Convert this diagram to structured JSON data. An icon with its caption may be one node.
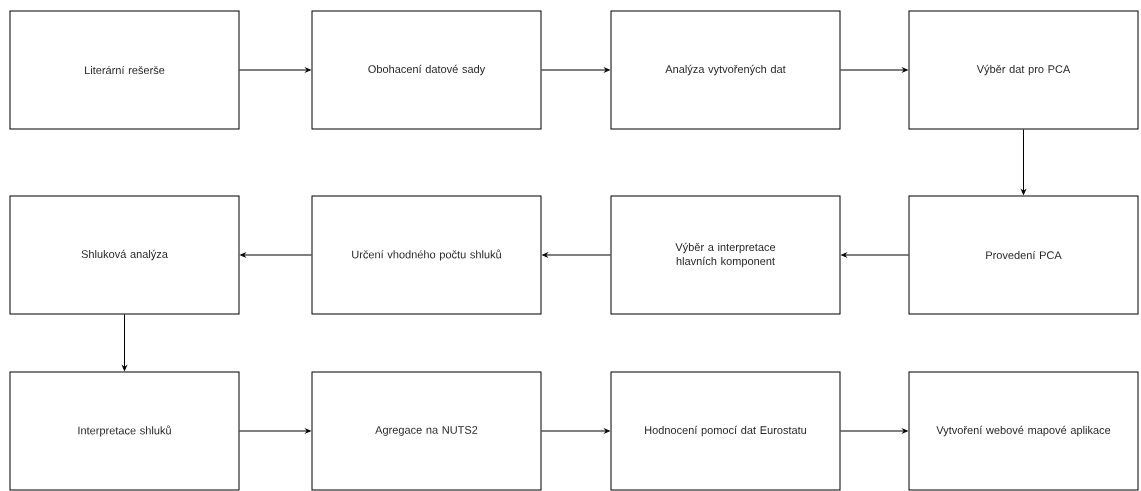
{
  "diagram": {
    "nodes": [
      {
        "text": [
          "Literární rešerše"
        ]
      },
      {
        "text": [
          "Obohacení datové sady"
        ]
      },
      {
        "text": [
          "Analýza vytvořených dat"
        ]
      },
      {
        "text": [
          "Výběr dat pro PCA"
        ]
      },
      {
        "text": [
          "Shluková analýza"
        ]
      },
      {
        "text": [
          "Určení vhodného počtu shluků"
        ]
      },
      {
        "text": [
          "Výběr a interpretace hlavních komponent"
        ]
      },
      {
        "text": [
          "Provedení PCA"
        ]
      },
      {
        "text": [
          "Interpretace shluků"
        ]
      },
      {
        "text": [
          "Agregace na NUTS2"
        ]
      },
      {
        "text": [
          "Hodnocení pomocí dat Eurostatu"
        ]
      },
      {
        "text": [
          "Vytvoření webové mapové aplikace"
        ]
      }
    ],
    "edges": [
      {
        "from": 0,
        "to": 1,
        "arrow": "to"
      },
      {
        "from": 1,
        "to": 2,
        "arrow": "to"
      },
      {
        "from": 2,
        "to": 3,
        "arrow": "to"
      },
      {
        "from": 3,
        "to": 7,
        "arrow": "to"
      },
      {
        "from": 7,
        "to": 6,
        "arrow": "to"
      },
      {
        "from": 6,
        "to": 5,
        "arrow": "to"
      },
      {
        "from": 5,
        "to": 4,
        "arrow": "to"
      },
      {
        "from": 4,
        "to": 8,
        "arrow": "to"
      },
      {
        "from": 8,
        "to": 9,
        "arrow": "to"
      },
      {
        "from": 9,
        "to": 10,
        "arrow": "to"
      },
      {
        "from": 10,
        "to": 11,
        "arrow": "to"
      }
    ]
  }
}
